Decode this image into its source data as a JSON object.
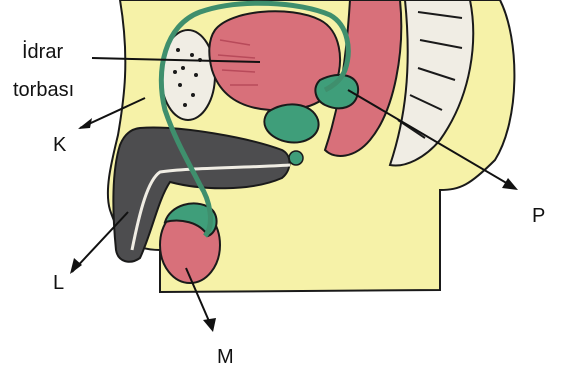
{
  "labels": {
    "bladder_line1": "İdrar",
    "bladder_line2": "torbası",
    "k": "K",
    "l": "L",
    "m": "M",
    "p": "P"
  },
  "colors": {
    "skin": "#f6f2a8",
    "organ": "#d8707a",
    "organ_dark": "#b84a5a",
    "duct": "#3f8f6d",
    "gland": "#3f9e7a",
    "erectile": "#4d4d4f",
    "outline": "#1a1a1a",
    "bone": "#f0ede4"
  }
}
